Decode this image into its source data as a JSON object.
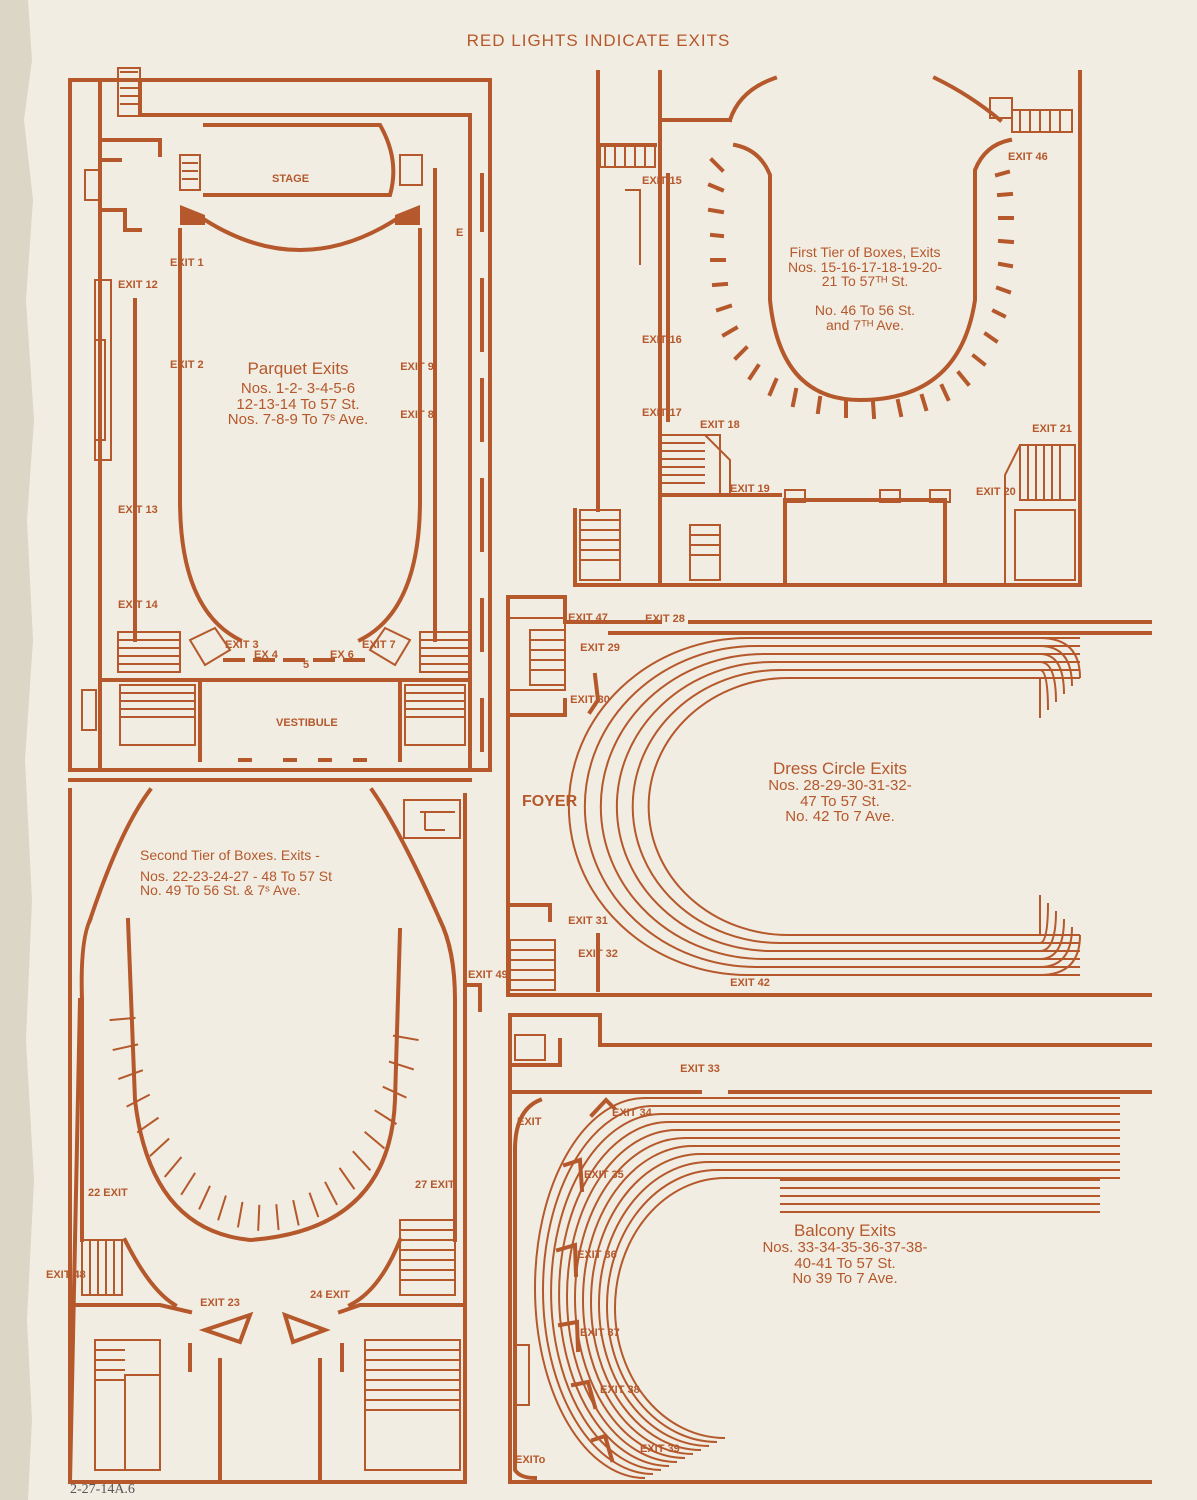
{
  "header": "RED LIGHTS INDICATE EXITS",
  "parquet": {
    "stage": "STAGE",
    "vestibule": "VESTIBULE",
    "title": "Parquet Exits",
    "lines": [
      "Nos. 1-2- 3-4-5-6",
      "12-13-14 To 57 St.",
      "Nos. 7-8-9 To 7ˢ Ave."
    ],
    "exits": {
      "e1": "EXIT 1",
      "e2": "EXIT 2",
      "e12": "EXIT 12",
      "e13": "EXIT 13",
      "e14": "EXIT 14",
      "e9": "EXIT 9",
      "e8": "EXIT 8",
      "e3": "EXIT 3",
      "e4": "EX 4",
      "e5": "5",
      "e6": "EX 6",
      "e7": "EXIT 7",
      "eE": "E"
    }
  },
  "first_tier": {
    "title": "First Tier of Boxes, Exits",
    "lines": [
      "Nos. 15-16-17-18-19-20-",
      "21 To 57ᵀᴴ St.",
      "No. 46 To 56 St.",
      "and 7ᵀᴴ Ave."
    ],
    "exits": {
      "e15": "EXIT 15",
      "e16": "EXIT 16",
      "e17": "EXIT 17",
      "e18": "EXIT 18",
      "e19": "EXIT 19",
      "e20": "EXIT 20",
      "e21": "EXIT 21",
      "e46": "EXIT 46"
    }
  },
  "dress_circle": {
    "foyer": "FOYER",
    "title": "Dress Circle Exits",
    "lines": [
      "Nos. 28-29-30-31-32-",
      "47 To 57 St.",
      "No. 42 To 7 Ave."
    ],
    "exits": {
      "e47": "EXIT 47",
      "e28": "EXIT 28",
      "e29": "EXIT 29",
      "e30": "EXIT 30",
      "e31": "EXIT 31",
      "e32": "EXIT 32",
      "e42": "EXIT 42"
    }
  },
  "second_tier": {
    "title": "Second Tier of Boxes. Exits -",
    "lines": [
      "Nos. 22-23-24-27 - 48 To 57 St",
      "No.  49 To 56 St. & 7ˢ Ave."
    ],
    "exits": {
      "e49": "EXIT 49",
      "e22": "22 EXIT",
      "e27": "27 EXIT",
      "e48": "EXIT 48",
      "e23": "EXIT 23",
      "e24": "24 EXIT"
    }
  },
  "balcony": {
    "title": "Balcony Exits",
    "lines": [
      "Nos. 33-34-35-36-37-38-",
      "40-41 To 57 St.",
      "No 39 To 7 Ave."
    ],
    "exits": {
      "e33": "EXIT 33",
      "eA": "EXIT",
      "e34": "EXIT 34",
      "e35": "EXIT 35",
      "e36": "EXIT 36",
      "e37": "EXIT 37",
      "e38": "EXIT 38",
      "e39": "EXIT 39",
      "eB": "EXITo"
    }
  },
  "footer_note": "2-27-14A.6",
  "colors": {
    "ink": "#b5582c",
    "paper": "#f1ede2"
  }
}
